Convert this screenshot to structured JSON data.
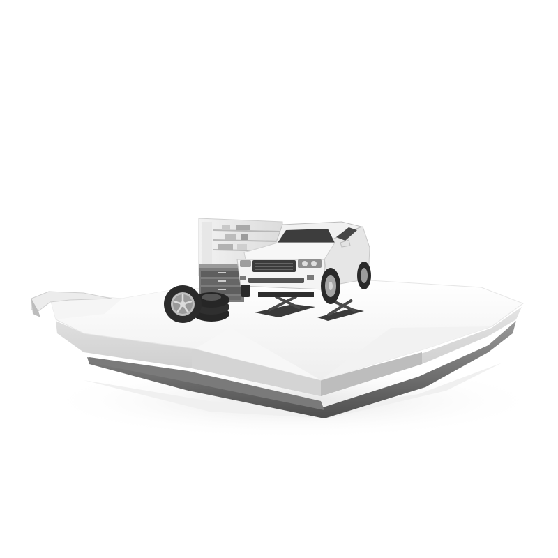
{
  "scene": {
    "subject": "white-suv-on-scissor-lift",
    "elements": [
      "geometric-white-platform",
      "workshop-wall-shelving",
      "tool-cabinet",
      "tire-stack",
      "scissor-lift"
    ],
    "colors": {
      "background": "#ffffff",
      "platform_top": "#fbfbfb",
      "platform_shade": "#e9e9e9",
      "platform_edge": "#8c8c8c",
      "platform_dark": "#5a5a5a",
      "car_body": "#f4f4f4",
      "tire": "#2b2b2b",
      "lift": "#3a3a3a"
    }
  }
}
